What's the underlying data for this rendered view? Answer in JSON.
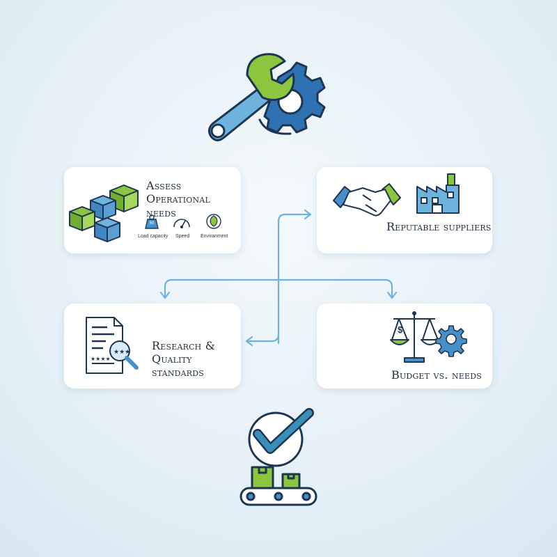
{
  "steps": {
    "assess": {
      "title_line1": "Assess",
      "title_line2": "Operational needs",
      "indicators": {
        "load_value": "50",
        "load": "Load capacity",
        "speed": "Speed",
        "environment": "Enviranment"
      }
    },
    "suppliers": {
      "title": "Reputable suppliers"
    },
    "research": {
      "title_line1": "Research &",
      "title_line2": "Quality",
      "title_line3": "standards"
    },
    "budget": {
      "title": "Budget vs. needs",
      "currency_symbol": "$"
    }
  },
  "colors": {
    "blue": "#4a90c8",
    "lightblue": "#6fb3dd",
    "green": "#8cc63f",
    "outline": "#1d3550"
  },
  "icons": [
    "wrench-gear-icon",
    "cubes-icon",
    "handshake-icon",
    "factory-icon",
    "document-search-icon",
    "scale-icon",
    "gear-icon",
    "checkmark-conveyor-icon"
  ]
}
